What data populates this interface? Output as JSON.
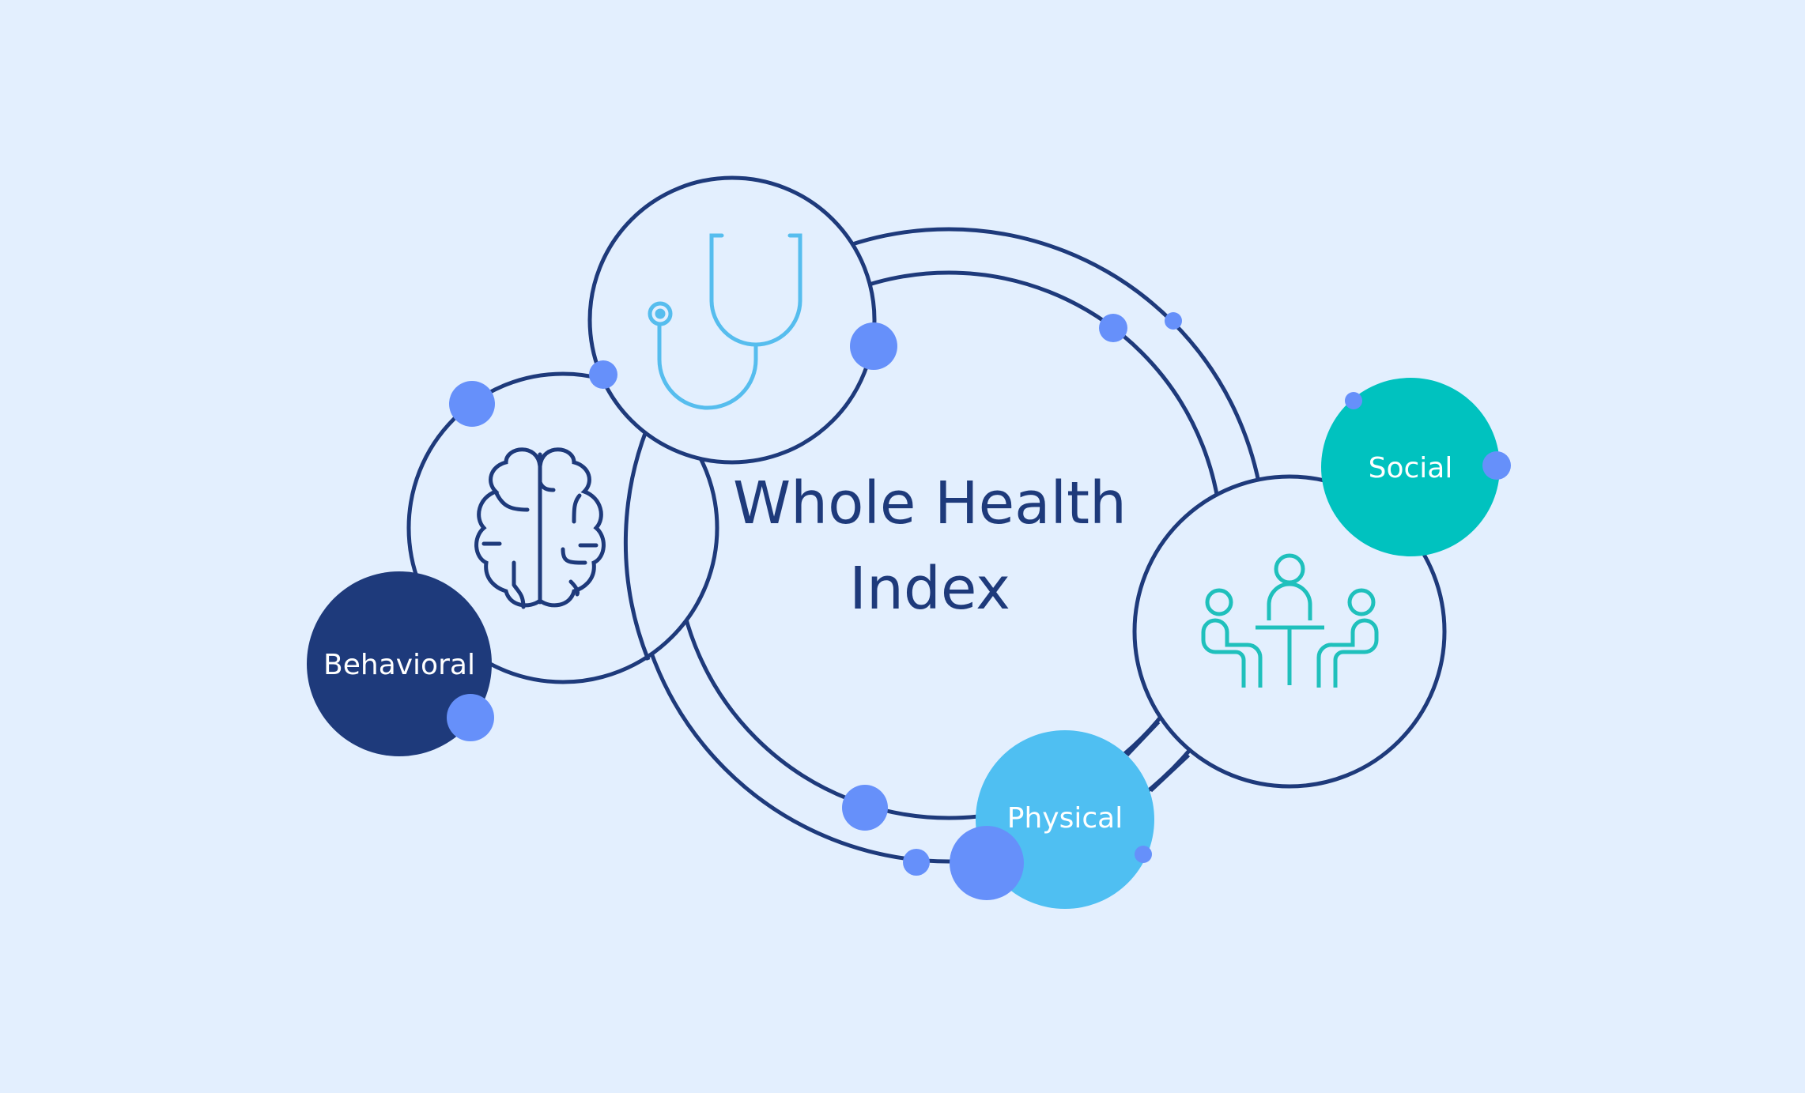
{
  "title": {
    "line1": "Whole Health",
    "line2": "Index"
  },
  "pillars": [
    {
      "label": "Behavioral",
      "icon": "brain-icon",
      "color": "#1e3a7b"
    },
    {
      "label": "Physical",
      "icon": "stethoscope-icon",
      "color": "#4fbff2"
    },
    {
      "label": "Social",
      "icon": "people-meeting-icon",
      "color": "#00c2bf"
    }
  ],
  "colors": {
    "background": "#e3effe",
    "outline": "#1e3a7b",
    "dot": "#6690fa",
    "stethoscope": "#56bdee",
    "people": "#1fc0bc"
  }
}
